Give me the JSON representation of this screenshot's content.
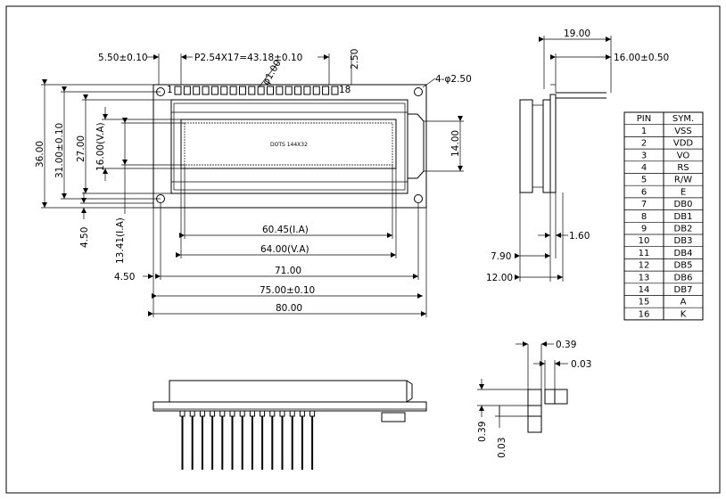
{
  "front": {
    "pin_first": "1",
    "pin_last": "18",
    "lcd_label": "DOTS 144X32",
    "dims": {
      "top_left": "5.50±0.10",
      "pitch": "P2.54X17=43.18±0.10",
      "pin_offset": "2.50",
      "pin_dia": "φ1.00",
      "hole": "4-φ2.50",
      "h_36": "36.00",
      "h_31": "31.00±0.10",
      "h_27": "27.00",
      "h_16": "16.00(V.A)",
      "h_14": "14.00",
      "h_13": "13.41(I.A)",
      "h_4_50_v": "4.50",
      "w_60": "60.45(I.A)",
      "w_64": "64.00(V.A)",
      "w_71": "71.00",
      "w_4_50_h": "4.50",
      "w_75": "75.00±0.10",
      "w_80": "80.00"
    }
  },
  "side": {
    "dims": {
      "d19": "19.00",
      "d16": "16.00±0.50",
      "d1_60": "1.60",
      "d7_90": "7.90",
      "d12": "12.00"
    }
  },
  "detail": {
    "dims": {
      "a": "0.39",
      "b": "0.03",
      "c": "0.39",
      "d": "0.03"
    }
  },
  "pin_table": {
    "headers": [
      "PIN",
      "SYM."
    ],
    "rows": [
      [
        "1",
        "VSS"
      ],
      [
        "2",
        "VDD"
      ],
      [
        "3",
        "VO"
      ],
      [
        "4",
        "RS"
      ],
      [
        "5",
        "R/W"
      ],
      [
        "6",
        "E"
      ],
      [
        "7",
        "DB0"
      ],
      [
        "8",
        "DB1"
      ],
      [
        "9",
        "DB2"
      ],
      [
        "10",
        "DB3"
      ],
      [
        "11",
        "DB4"
      ],
      [
        "12",
        "DB5"
      ],
      [
        "13",
        "DB6"
      ],
      [
        "14",
        "DB7"
      ],
      [
        "15",
        "A"
      ],
      [
        "16",
        "K"
      ]
    ]
  }
}
